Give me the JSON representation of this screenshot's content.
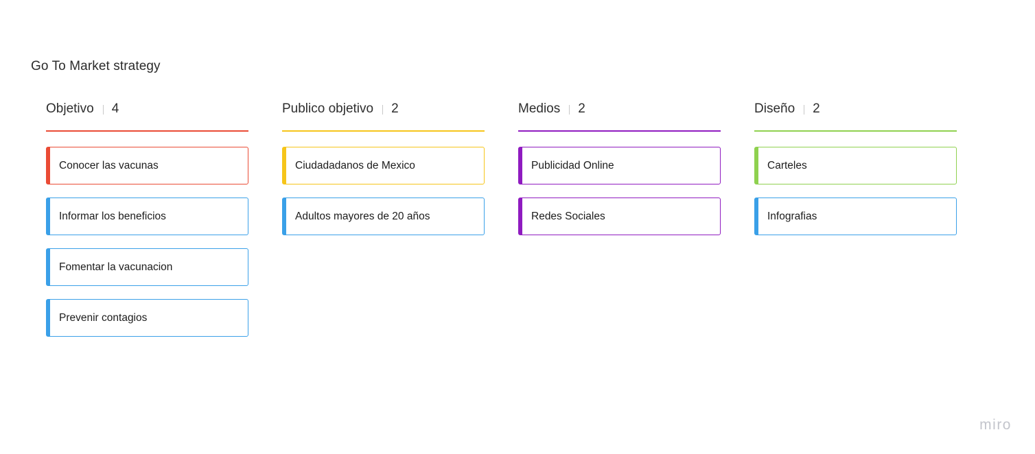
{
  "board": {
    "title": "Go To Market strategy"
  },
  "colors": {
    "objetivo": "#ea4b35",
    "publico": "#f6c51a",
    "medios": "#8f1bc0",
    "diseno": "#8fd14f",
    "card_blue": "#3aa0e8"
  },
  "columns": [
    {
      "title": "Objetivo",
      "count": "4",
      "accent": "#ea4b35",
      "cards": [
        {
          "text": "Conocer las vacunas",
          "color": "#ea4b35"
        },
        {
          "text": "Informar los beneficios",
          "color": "#3aa0e8"
        },
        {
          "text": "Fomentar la vacunacion",
          "color": "#3aa0e8"
        },
        {
          "text": "Prevenir contagios",
          "color": "#3aa0e8"
        }
      ]
    },
    {
      "title": "Publico objetivo",
      "count": "2",
      "accent": "#f6c51a",
      "cards": [
        {
          "text": "Ciudadadanos de Mexico",
          "color": "#f6c51a"
        },
        {
          "text": "Adultos mayores de 20 años",
          "color": "#3aa0e8"
        }
      ]
    },
    {
      "title": "Medios",
      "count": "2",
      "accent": "#8f1bc0",
      "cards": [
        {
          "text": "Publicidad Online",
          "color": "#8f1bc0"
        },
        {
          "text": "Redes Sociales",
          "color": "#8f1bc0"
        }
      ]
    },
    {
      "title": "Diseño",
      "count": "2",
      "accent": "#8fd14f",
      "cards": [
        {
          "text": "Carteles",
          "color": "#8fd14f"
        },
        {
          "text": "Infografias",
          "color": "#3aa0e8"
        }
      ]
    }
  ],
  "watermark": {
    "text": "miro"
  }
}
